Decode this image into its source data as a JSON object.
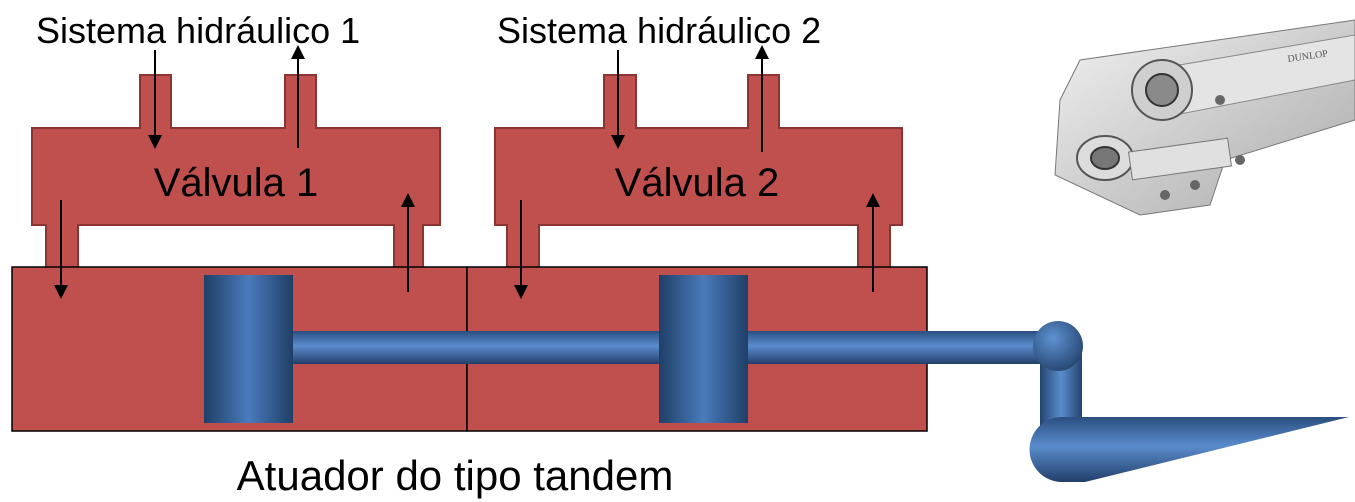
{
  "labels": {
    "system1": "Sistema hidráulico 1",
    "system2": "Sistema hidráulico 2",
    "valve1": "Válvula 1",
    "valve2": "Válvula 2",
    "caption": "Atuador do tipo tandem"
  },
  "photo": {
    "brand": "DUNLOP"
  },
  "colors": {
    "body_red": "#c0504d",
    "piston_blue": "#3f6ea8",
    "arrow": "#000000"
  }
}
